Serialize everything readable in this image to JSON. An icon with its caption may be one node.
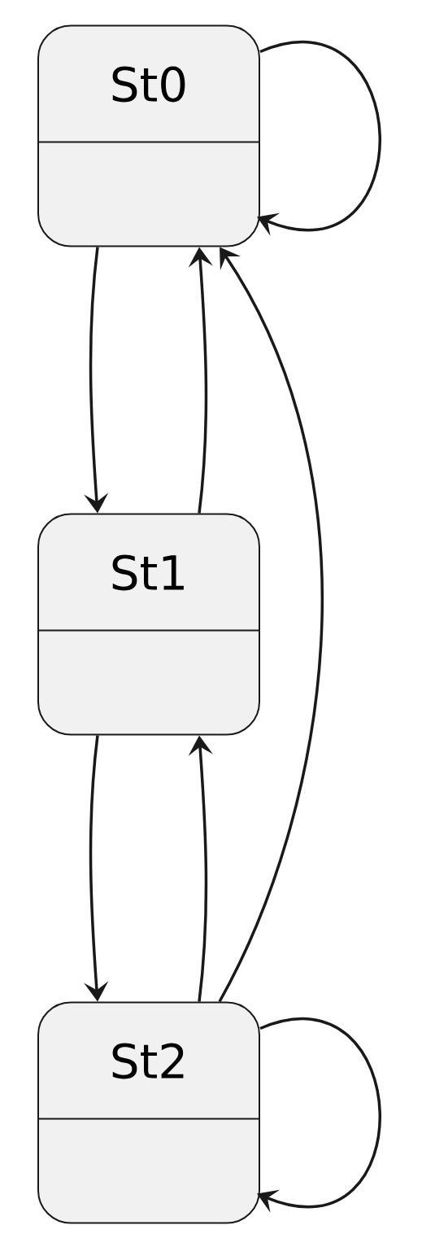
{
  "diagram": {
    "nodes": [
      {
        "text": [
          "St0"
        ]
      },
      {
        "text": [
          "St1"
        ]
      },
      {
        "text": [
          "St2"
        ]
      }
    ],
    "edges": [
      {
        "from": 0,
        "to": 0,
        "arrow": "to"
      },
      {
        "from": 0,
        "to": 1,
        "arrow": "to"
      },
      {
        "from": 1,
        "to": 0,
        "arrow": "to"
      },
      {
        "from": 2,
        "to": 0,
        "arrow": "to"
      },
      {
        "from": 1,
        "to": 2,
        "arrow": "to"
      },
      {
        "from": 2,
        "to": 1,
        "arrow": "to"
      },
      {
        "from": 2,
        "to": 2,
        "arrow": "to"
      }
    ]
  }
}
